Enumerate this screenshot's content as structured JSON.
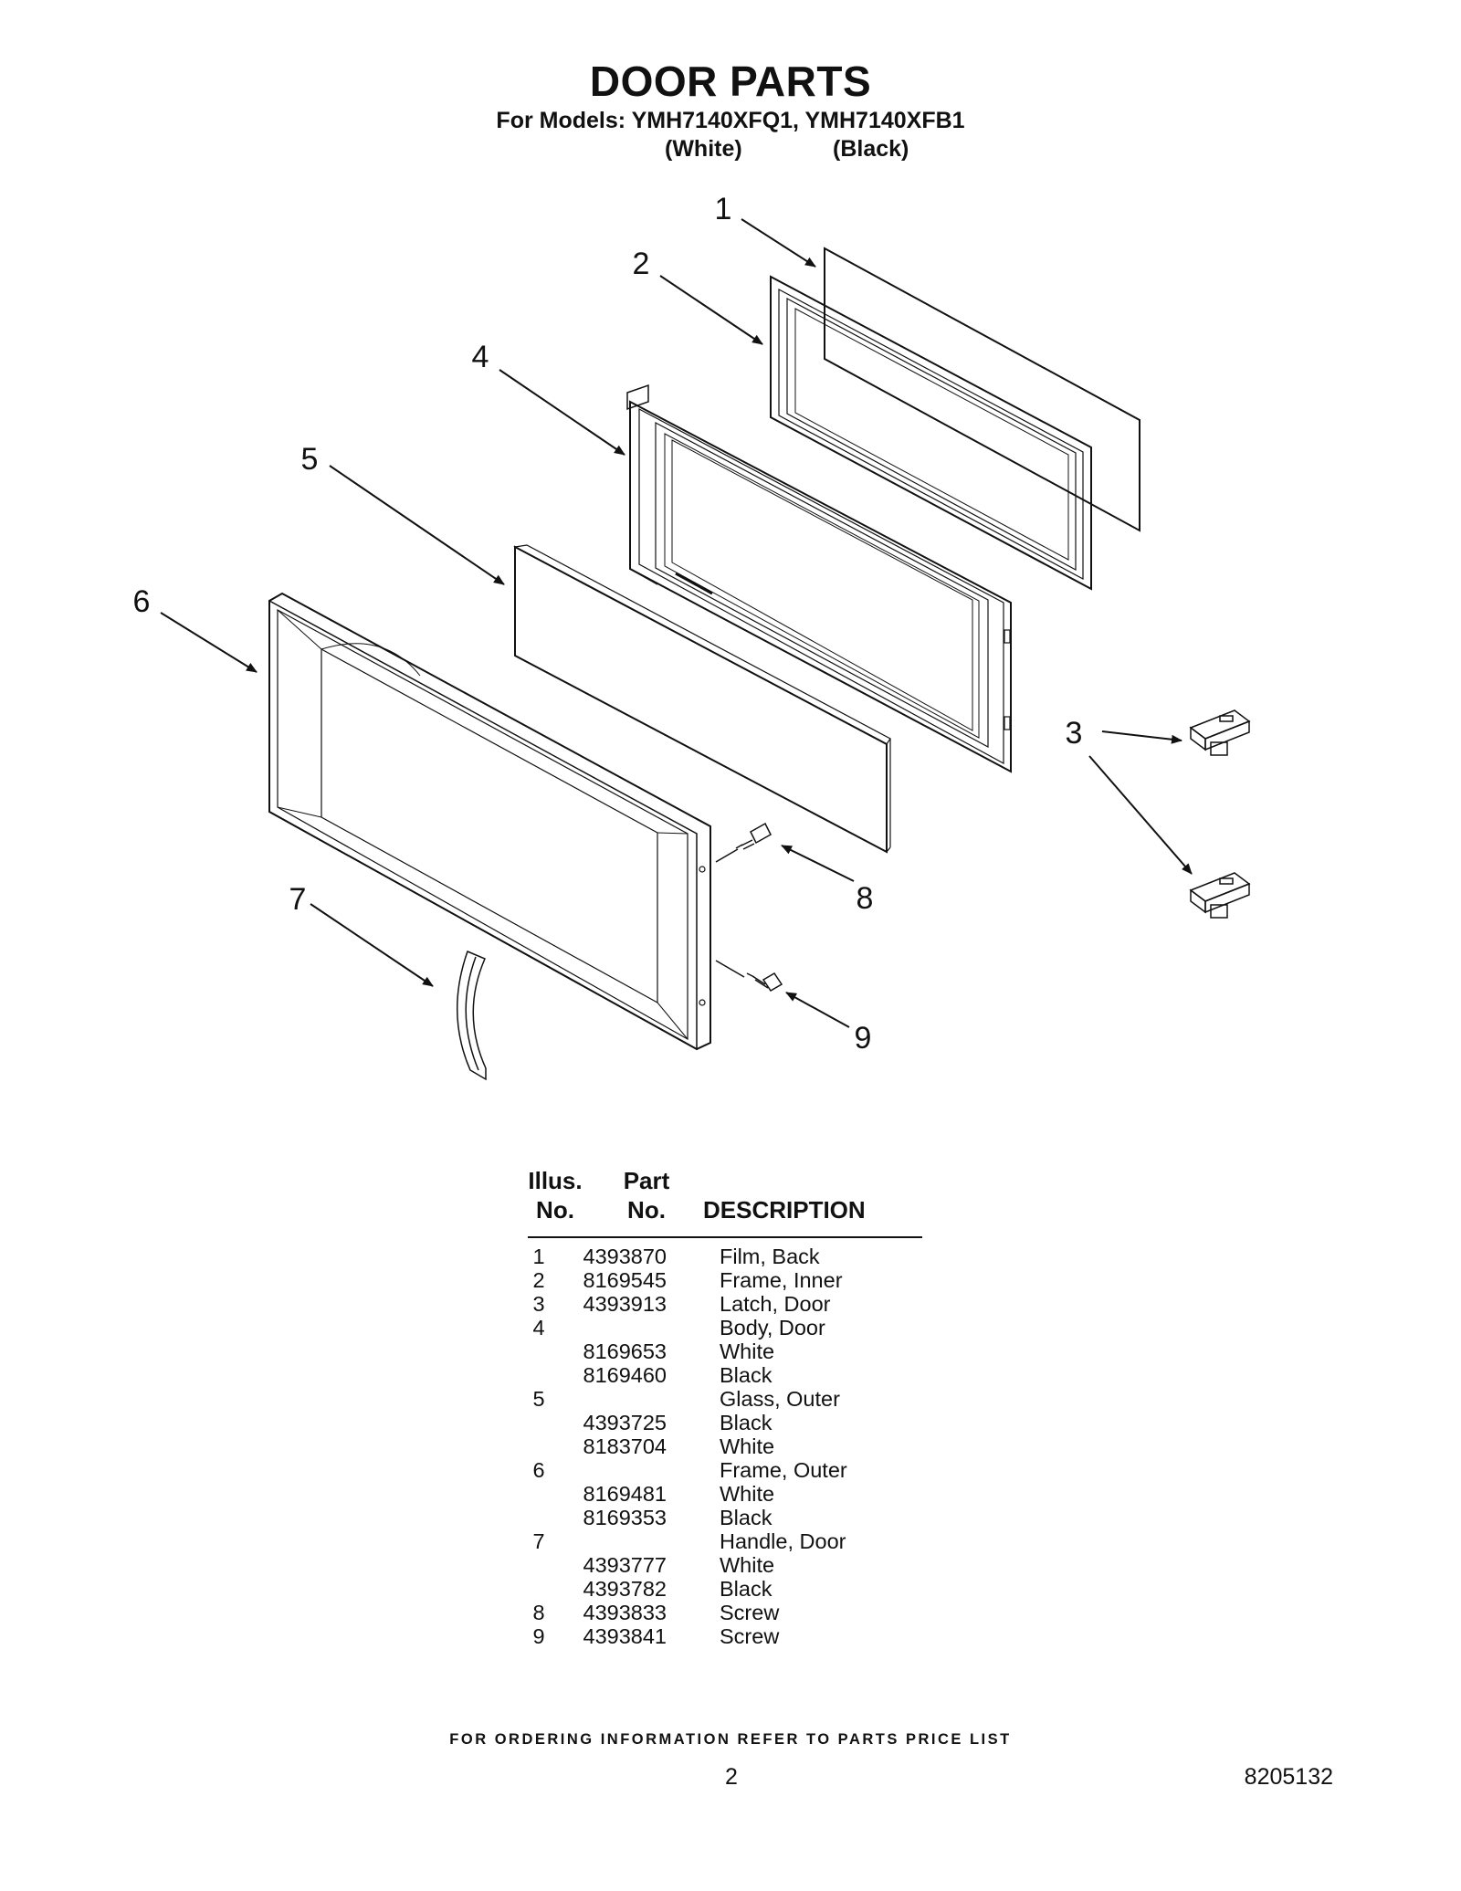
{
  "header": {
    "title": "DOOR PARTS",
    "models_line": "For Models: YMH7140XFQ1, YMH7140XFB1",
    "variant_white": "(White)",
    "variant_black": "(Black)"
  },
  "diagram": {
    "callouts": [
      "1",
      "2",
      "3",
      "4",
      "5",
      "6",
      "7",
      "8",
      "9"
    ]
  },
  "table": {
    "headers": {
      "illus_line1": "Illus.",
      "illus_line2": "No.",
      "part_line1": "Part",
      "part_line2": "No.",
      "description": "DESCRIPTION"
    },
    "rows": [
      {
        "illus": "1",
        "part": "4393870",
        "desc": "Film, Back"
      },
      {
        "illus": "2",
        "part": "8169545",
        "desc": "Frame, Inner"
      },
      {
        "illus": "3",
        "part": "4393913",
        "desc": "Latch, Door"
      },
      {
        "illus": "4",
        "part": "",
        "desc": "Body, Door"
      },
      {
        "illus": "",
        "part": "8169653",
        "desc": "White"
      },
      {
        "illus": "",
        "part": "8169460",
        "desc": "Black"
      },
      {
        "illus": "5",
        "part": "",
        "desc": "Glass, Outer"
      },
      {
        "illus": "",
        "part": "4393725",
        "desc": "Black"
      },
      {
        "illus": "",
        "part": "8183704",
        "desc": "White"
      },
      {
        "illus": "6",
        "part": "",
        "desc": "Frame, Outer"
      },
      {
        "illus": "",
        "part": "8169481",
        "desc": "White"
      },
      {
        "illus": "",
        "part": "8169353",
        "desc": "Black"
      },
      {
        "illus": "7",
        "part": "",
        "desc": "Handle, Door"
      },
      {
        "illus": "",
        "part": "4393777",
        "desc": "White"
      },
      {
        "illus": "",
        "part": "4393782",
        "desc": "Black"
      },
      {
        "illus": "8",
        "part": "4393833",
        "desc": "Screw"
      },
      {
        "illus": "9",
        "part": "4393841",
        "desc": "Screw"
      }
    ]
  },
  "footer": {
    "ordering_note": "FOR ORDERING INFORMATION REFER TO PARTS PRICE LIST",
    "page_number": "2",
    "document_number": "8205132"
  }
}
